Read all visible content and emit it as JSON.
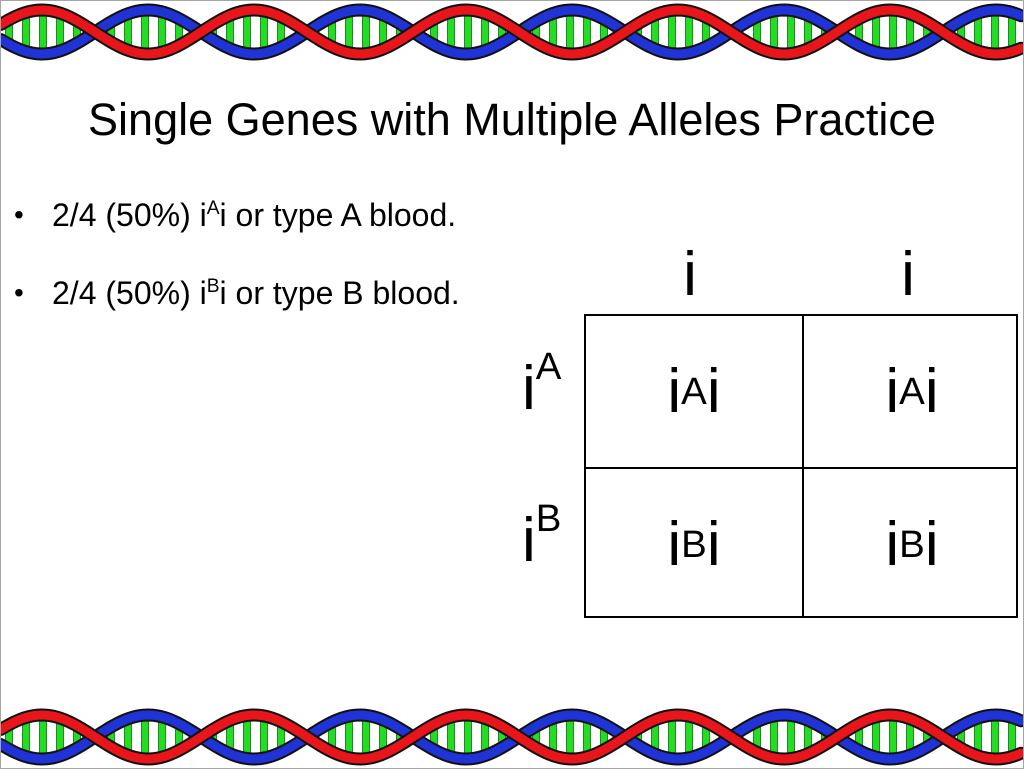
{
  "slide": {
    "title": "Single Genes with Multiple Alleles Practice",
    "bullets": [
      {
        "prefix": "2/4 (50%) i",
        "sup": "A",
        "suffix": "i or type A blood."
      },
      {
        "prefix": "2/4 (50%) i",
        "sup": "B",
        "suffix": "i or type B blood."
      }
    ],
    "bullet_symbol": "•"
  },
  "punnett": {
    "col_headers": [
      {
        "base": "i",
        "sup": ""
      },
      {
        "base": "i",
        "sup": ""
      }
    ],
    "row_headers": [
      {
        "base": "i",
        "sup": "A"
      },
      {
        "base": "i",
        "sup": "B"
      }
    ],
    "cells": [
      [
        {
          "base": "i",
          "sup": "A",
          "tail": "i"
        },
        {
          "base": "i",
          "sup": "A",
          "tail": "i"
        }
      ],
      [
        {
          "base": "i",
          "sup": "B",
          "tail": "i"
        },
        {
          "base": "i",
          "sup": "B",
          "tail": "i"
        }
      ]
    ]
  },
  "decoration": {
    "dna_colors": {
      "strand_a": "#e8161b",
      "strand_b": "#1f33d6",
      "rung": "#22dd22"
    }
  }
}
